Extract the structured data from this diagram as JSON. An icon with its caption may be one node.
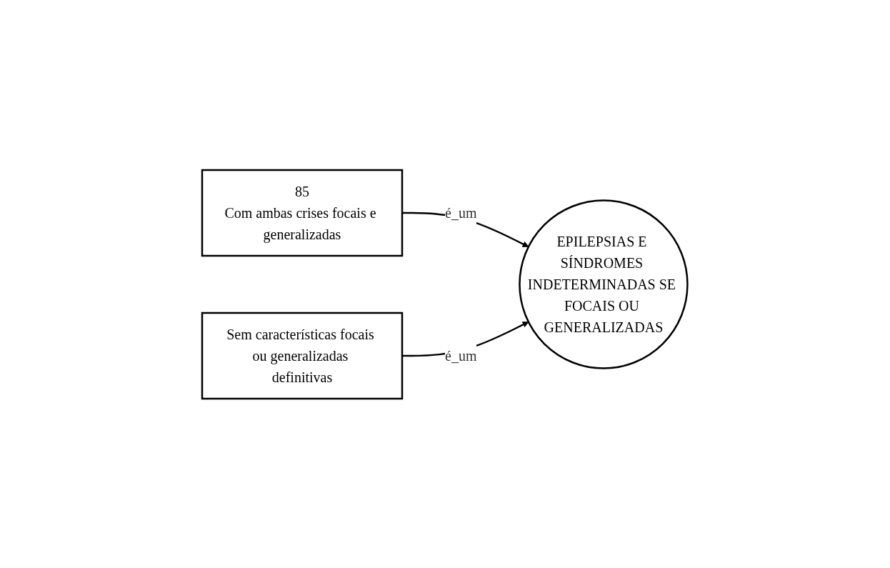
{
  "diagram": {
    "nodes": [
      {
        "text": [
          "85",
          "Com ambas crises focais e generalizadas"
        ]
      },
      {
        "text": [
          "EPILEPSIAS E SÍNDROMES INDETERMINADAS SE FOCAIS OU GENERALIZADAS"
        ]
      },
      {
        "text": [
          "Sem características focais ou generalizadas definitivas"
        ]
      }
    ],
    "edges": [
      {
        "from": 0,
        "to": 1,
        "arrow": "to",
        "label": "é_um"
      },
      {
        "from": 2,
        "to": 1,
        "arrow": "to",
        "label": "é_um"
      }
    ]
  }
}
